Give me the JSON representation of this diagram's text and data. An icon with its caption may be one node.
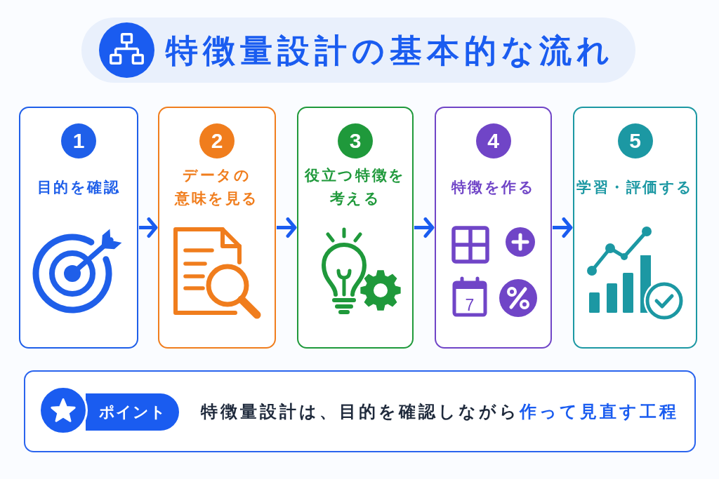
{
  "diagram": {
    "title": "特徴量設計の基本的な流れ",
    "nodes": [
      {
        "text": [
          "1",
          "目的を確認"
        ]
      },
      {
        "text": [
          "2",
          "データの意味を見る"
        ]
      },
      {
        "text": [
          "3",
          "役立つ特徴を考える"
        ]
      },
      {
        "text": [
          "4",
          "特徴を作る"
        ]
      },
      {
        "text": [
          "5",
          "学習・評価する"
        ]
      },
      {
        "text": [
          "特徴量設計は、目的を確認しながら**作って見直す工程**"
        ]
      },
      {
        "text": [
          "ポイント"
        ],
        "in": 5
      }
    ],
    "edges": [
      {
        "from": 0,
        "to": 1,
        "arrow": "to"
      },
      {
        "from": 1,
        "to": 2,
        "arrow": "to"
      },
      {
        "from": 2,
        "to": 3,
        "arrow": "to"
      },
      {
        "from": 3,
        "to": 4,
        "arrow": "to"
      }
    ],
    "labels": [
      "7"
    ]
  }
}
